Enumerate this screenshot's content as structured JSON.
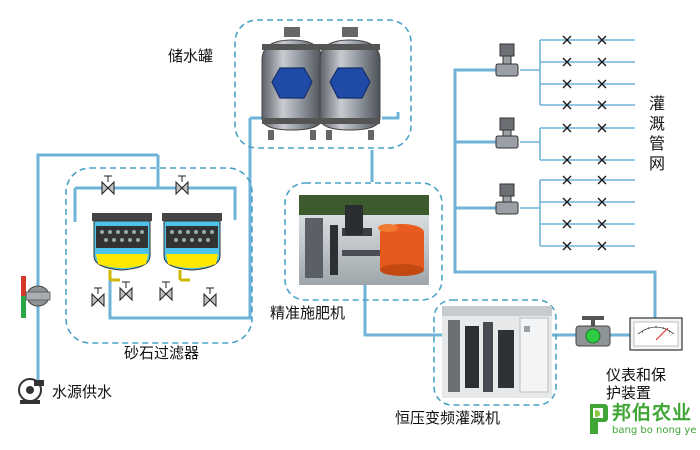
{
  "labels": {
    "storage_tank": "储水罐",
    "sand_filter": "砂石过滤器",
    "water_source": "水源供水",
    "fertigation": "精准施肥机",
    "irrigation_machine": "恒压变频灌溉机",
    "instrument_line1": "仪表和保",
    "instrument_line2": "护装置",
    "pipe_network": [
      "灌",
      "溉",
      "管",
      "网"
    ]
  },
  "logo": {
    "name": "邦伯农业",
    "pinyin": "bang bo nong ye"
  },
  "colors": {
    "pipe": "#6fb3d8",
    "dashed_box": "#4aa3c7",
    "tank_body": "#8d9199",
    "tank_window": "#1f4aa8",
    "filter_water": "#4cc3e8",
    "filter_base": "#ffe800",
    "brand_green": "#3fa535",
    "valve_mark": "#1a1a1a"
  },
  "icons": {
    "gate_valve": "butterfly-valve-icon",
    "check_valve": "check-valve-icon",
    "pump": "pump-icon",
    "meter": "pressure-gauge-icon",
    "sprinkler_valve": "solenoid-valve-icon",
    "pipe_closure": "x-mark-icon"
  }
}
